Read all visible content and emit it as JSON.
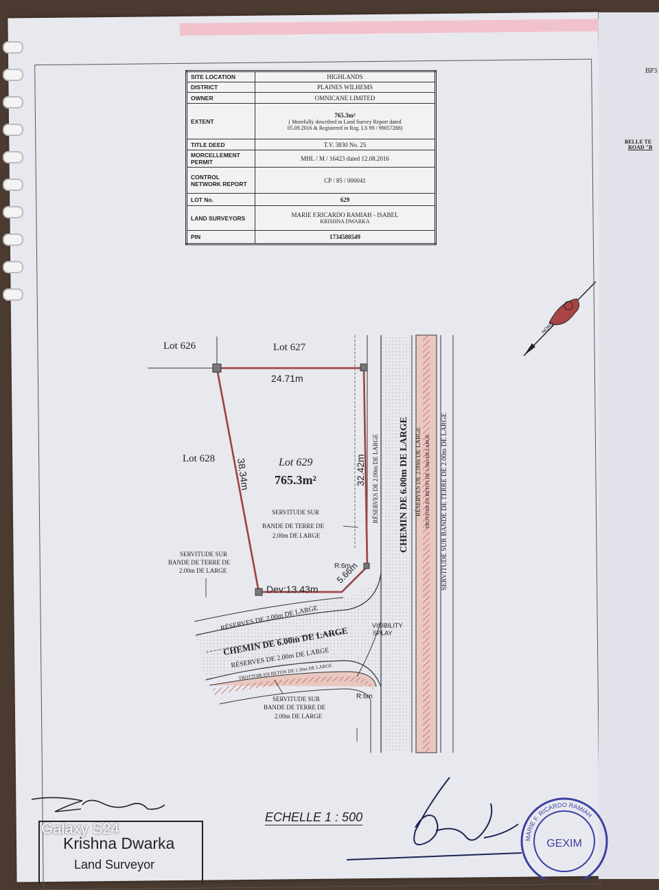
{
  "table": {
    "rows": [
      {
        "label": "SITE LOCATION",
        "value": "HIGHLANDS",
        "bold": false
      },
      {
        "label": "DISTRICT",
        "value": "PLAINES WILHEMS",
        "bold": false
      },
      {
        "label": "OWNER",
        "value": "OMNICANE LIMITED",
        "bold": false
      },
      {
        "label": "EXTENT",
        "value": "765.3m²",
        "value2": "( Morefully described in Land Survey Report dated",
        "value3": "05.09.2016 & Registered in Reg. LS 99 / 99057288)",
        "bold": true
      },
      {
        "label": "TITLE DEED",
        "value": "T.V. 3830 No. 25",
        "bold": false
      },
      {
        "label": "MORCELLEMENT PERMIT",
        "value": "MHL / M / 16423 dated 12.08.2016",
        "bold": false
      },
      {
        "label": "CONTROL NETWORK REPORT",
        "value": "CP / 85 / 000041",
        "bold": false
      },
      {
        "label": "LOT No.",
        "value": "629",
        "bold": true
      },
      {
        "label": "LAND SURVEYORS",
        "value": "MARIE F.RICARDO RAMIAH - ISABEL",
        "value2": "KRISHNA DWARKA",
        "bold": false
      },
      {
        "label": "PIN",
        "value": "1734580549",
        "bold": true
      }
    ]
  },
  "corner": {
    "code": "BP3",
    "road1": "BELLE TE",
    "road2": "ROAD \"B"
  },
  "north": {
    "label": "NORD"
  },
  "plan": {
    "lot626": "Lot 626",
    "lot627": "Lot 627",
    "lot628": "Lot 628",
    "lot629": "Lot 629",
    "area": "765.3m²",
    "dim_top": "24.71m",
    "dim_left": "38.34m",
    "dim_right": "32.42m",
    "dim_dev": "Dev:13.43m",
    "dim_corner": "5.66m",
    "radius": "R:6m",
    "radius2": "R:6m",
    "reserve_right": "RÉSERVES DE 2.00m DE LARGE",
    "reserve_bottom": "RÉSERVES DE 2.00m DE LARGE",
    "reserve_road_v": "RÉSERVES DE 2.00m DE LARGE",
    "reserve_road_h": "RÉSERVES DE 2.00m DE LARGE",
    "chemin_v": "CHEMIN DE 6.00m DE LARGE",
    "chemin_h": "CHEMIN DE 6.00m DE LARGE",
    "trottoir_v": "TROTTOIR EN BETON DE 1.50m DE LARGE",
    "trottoir_h": "TROTTOIR EN BETON DE 1.50m DE LARGE",
    "servitude_v": "SERVITUDE SUR BANDE DE TERRE DE 2.00m DE LARGE",
    "serv1": {
      "l1": "SERVITUDE SUR",
      "l2": "BANDE DE TERRE DE",
      "l3": "2.00m DE LARGE"
    },
    "serv2": {
      "l1": "SERVITUDE SUR",
      "l2": "BANDE DE TERRE DE",
      "l3": "2.00m DE LARGE"
    },
    "serv3": {
      "l1": "SERVITUDE SUR",
      "l2": "BANDE DE TERRE DE",
      "l3": "2.00m DE LARGE"
    },
    "visibility": {
      "l1": "VISIBILITY",
      "l2": "SPLAY"
    }
  },
  "footer": {
    "scale": "ECHELLE 1 : 500",
    "surveyor_name": "Krishna Dwarka",
    "surveyor_title": "Land Surveyor",
    "stamp_text": "GEXIM",
    "stamp_ring": "MARIE F. RICARDO RAMIAH",
    "watermark": "Galaxy S24"
  }
}
